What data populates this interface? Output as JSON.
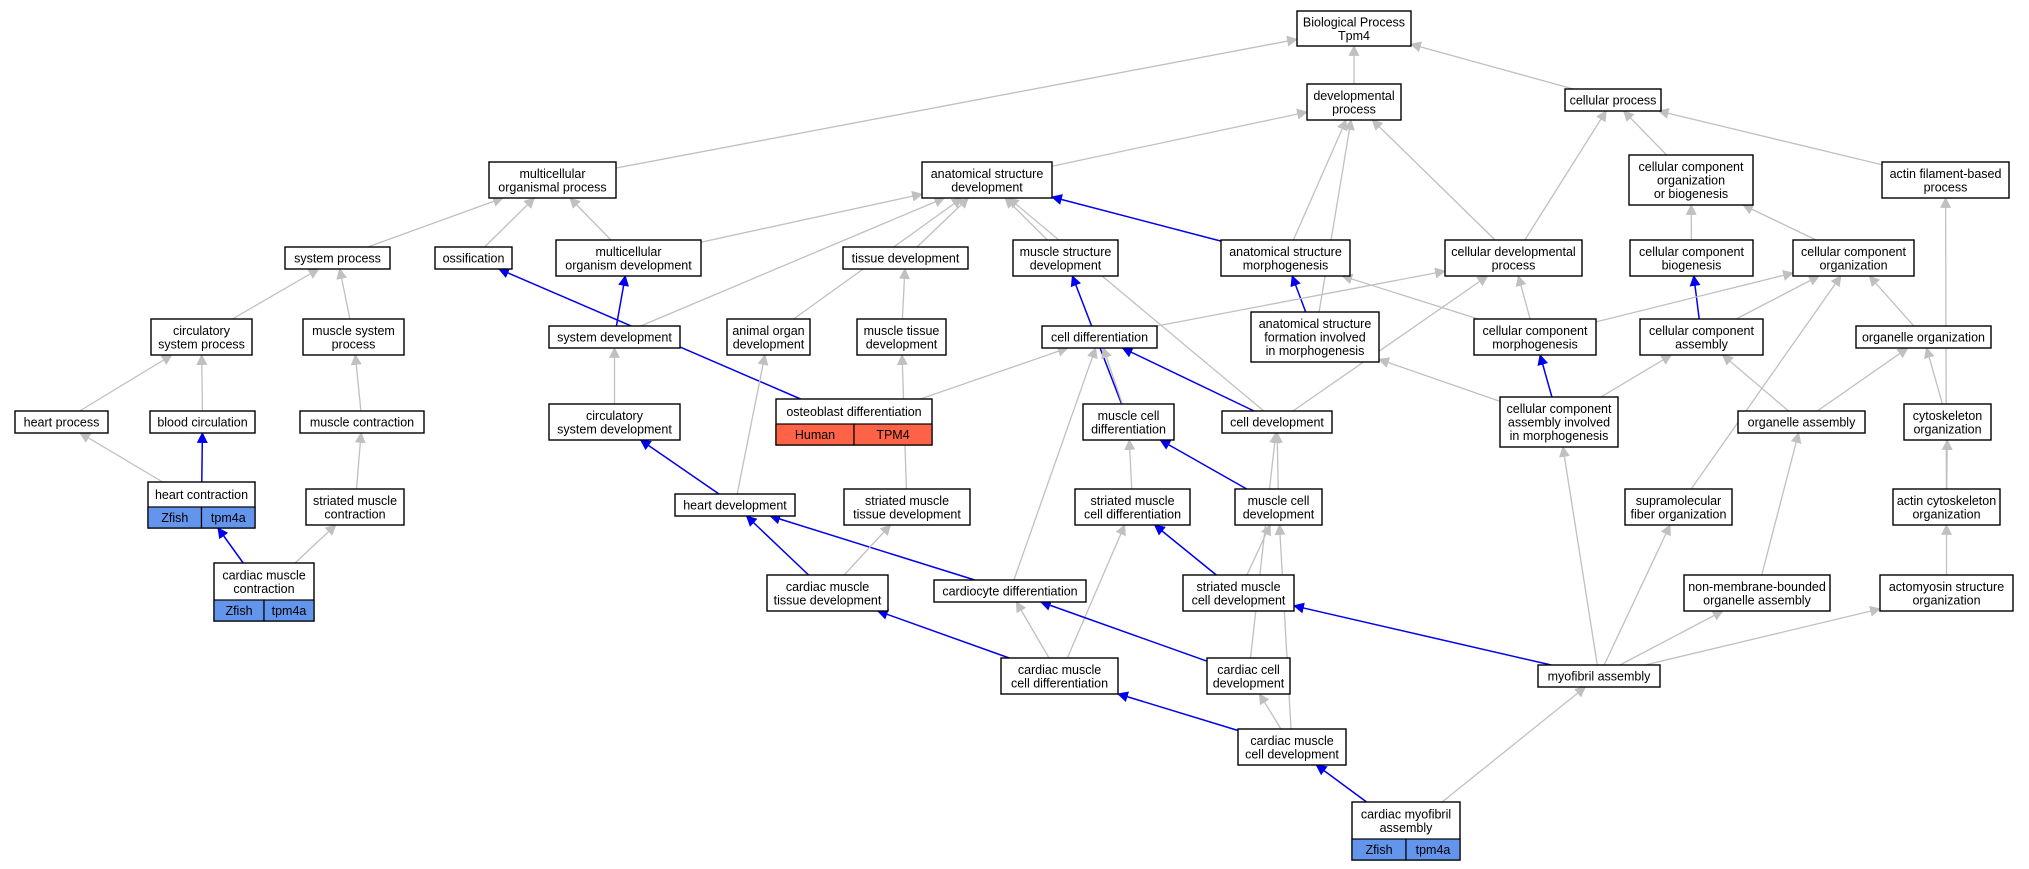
{
  "colors": {
    "edge_is_a": "#c0c0c0",
    "edge_part_of": "#0000ee",
    "badge_zfish": "#6495ed",
    "badge_human": "#ff6347"
  },
  "nodes": [
    {
      "id": "bp",
      "lines": [
        "Biological Process",
        "Tpm4"
      ]
    },
    {
      "id": "dev",
      "lines": [
        "developmental",
        "process"
      ]
    },
    {
      "id": "cp",
      "lines": [
        "cellular process"
      ]
    },
    {
      "id": "mop",
      "lines": [
        "multicellular",
        "organismal process"
      ]
    },
    {
      "id": "asd",
      "lines": [
        "anatomical structure",
        "development"
      ]
    },
    {
      "id": "ccob",
      "lines": [
        "cellular component",
        "organization",
        "or biogenesis"
      ]
    },
    {
      "id": "afbp",
      "lines": [
        "actin filament-based",
        "process"
      ]
    },
    {
      "id": "sysp",
      "lines": [
        "system process"
      ]
    },
    {
      "id": "ossi",
      "lines": [
        "ossification"
      ]
    },
    {
      "id": "mod",
      "lines": [
        "multicellular",
        "organism development"
      ]
    },
    {
      "id": "td",
      "lines": [
        "tissue development"
      ]
    },
    {
      "id": "msd",
      "lines": [
        "muscle structure",
        "development"
      ]
    },
    {
      "id": "asm",
      "lines": [
        "anatomical structure",
        "morphogenesis"
      ]
    },
    {
      "id": "cdp",
      "lines": [
        "cellular developmental",
        "process"
      ]
    },
    {
      "id": "ccb",
      "lines": [
        "cellular component",
        "biogenesis"
      ]
    },
    {
      "id": "cco",
      "lines": [
        "cellular component",
        "organization"
      ]
    },
    {
      "id": "csp",
      "lines": [
        "circulatory",
        "system process"
      ]
    },
    {
      "id": "msp",
      "lines": [
        "muscle system",
        "process"
      ]
    },
    {
      "id": "sd",
      "lines": [
        "system development"
      ]
    },
    {
      "id": "aod",
      "lines": [
        "animal organ",
        "development"
      ]
    },
    {
      "id": "mtd",
      "lines": [
        "muscle tissue",
        "development"
      ]
    },
    {
      "id": "celld",
      "lines": [
        "cell differentiation"
      ]
    },
    {
      "id": "asfm",
      "lines": [
        "anatomical structure",
        "formation involved",
        "in morphogenesis"
      ]
    },
    {
      "id": "ccm",
      "lines": [
        "cellular component",
        "morphogenesis"
      ]
    },
    {
      "id": "cca",
      "lines": [
        "cellular component",
        "assembly"
      ]
    },
    {
      "id": "oo",
      "lines": [
        "organelle organization"
      ]
    },
    {
      "id": "hp",
      "lines": [
        "heart process"
      ]
    },
    {
      "id": "bc",
      "lines": [
        "blood circulation"
      ]
    },
    {
      "id": "mc",
      "lines": [
        "muscle contraction"
      ]
    },
    {
      "id": "csd",
      "lines": [
        "circulatory",
        "system development"
      ]
    },
    {
      "id": "od",
      "lines": [
        "osteoblast differentiation"
      ],
      "badges": [
        {
          "label": "Human",
          "kind": "human"
        },
        {
          "label": "TPM4",
          "kind": "human"
        }
      ]
    },
    {
      "id": "mcd",
      "lines": [
        "muscle cell",
        "differentiation"
      ]
    },
    {
      "id": "celldev",
      "lines": [
        "cell development"
      ]
    },
    {
      "id": "ccaim",
      "lines": [
        "cellular component",
        "assembly involved",
        "in morphogenesis"
      ]
    },
    {
      "id": "oa",
      "lines": [
        "organelle assembly"
      ]
    },
    {
      "id": "cyto",
      "lines": [
        "cytoskeleton",
        "organization"
      ]
    },
    {
      "id": "hc",
      "lines": [
        "heart contraction"
      ],
      "badges": [
        {
          "label": "Zfish",
          "kind": "zfish"
        },
        {
          "label": "tpm4a",
          "kind": "zfish"
        }
      ]
    },
    {
      "id": "smc",
      "lines": [
        "striated muscle",
        "contraction"
      ]
    },
    {
      "id": "hd",
      "lines": [
        "heart development"
      ]
    },
    {
      "id": "smtd",
      "lines": [
        "striated muscle",
        "tissue development"
      ]
    },
    {
      "id": "smcd",
      "lines": [
        "striated muscle",
        "cell differentiation"
      ]
    },
    {
      "id": "mcdev",
      "lines": [
        "muscle cell",
        "development"
      ]
    },
    {
      "id": "sfo",
      "lines": [
        "supramolecular",
        "fiber organization"
      ]
    },
    {
      "id": "aco",
      "lines": [
        "actin cytoskeleton",
        "organization"
      ]
    },
    {
      "id": "cmc",
      "lines": [
        "cardiac muscle",
        "contraction"
      ],
      "badges": [
        {
          "label": "Zfish",
          "kind": "zfish"
        },
        {
          "label": "tpm4a",
          "kind": "zfish"
        }
      ]
    },
    {
      "id": "cmtd",
      "lines": [
        "cardiac muscle",
        "tissue development"
      ]
    },
    {
      "id": "cardiod",
      "lines": [
        "cardiocyte differentiation"
      ]
    },
    {
      "id": "smcdev",
      "lines": [
        "striated muscle",
        "cell development"
      ]
    },
    {
      "id": "nmboa",
      "lines": [
        "non-membrane-bounded",
        "organelle assembly"
      ]
    },
    {
      "id": "asoo",
      "lines": [
        "actomyosin structure",
        "organization"
      ]
    },
    {
      "id": "cmcd",
      "lines": [
        "cardiac muscle",
        "cell differentiation"
      ]
    },
    {
      "id": "ccdev",
      "lines": [
        "cardiac cell",
        "development"
      ]
    },
    {
      "id": "ma",
      "lines": [
        "myofibril assembly"
      ]
    },
    {
      "id": "cmcdev",
      "lines": [
        "cardiac muscle",
        "cell development"
      ]
    },
    {
      "id": "cma",
      "lines": [
        "cardiac myofibril",
        "assembly"
      ],
      "badges": [
        {
          "label": "Zfish",
          "kind": "zfish"
        },
        {
          "label": "tpm4a",
          "kind": "zfish"
        }
      ]
    }
  ],
  "edges": [
    {
      "from": "dev",
      "to": "bp",
      "type": "is_a"
    },
    {
      "from": "cp",
      "to": "bp",
      "type": "is_a"
    },
    {
      "from": "mop",
      "to": "bp",
      "type": "is_a"
    },
    {
      "from": "asd",
      "to": "dev",
      "type": "is_a"
    },
    {
      "from": "asm",
      "to": "dev",
      "type": "is_a"
    },
    {
      "from": "asfm",
      "to": "dev",
      "type": "is_a"
    },
    {
      "from": "cdp",
      "to": "dev",
      "type": "is_a"
    },
    {
      "from": "ccob",
      "to": "cp",
      "type": "is_a"
    },
    {
      "from": "afbp",
      "to": "cp",
      "type": "is_a"
    },
    {
      "from": "cdp",
      "to": "cp",
      "type": "is_a"
    },
    {
      "from": "sysp",
      "to": "mop",
      "type": "is_a"
    },
    {
      "from": "ossi",
      "to": "mop",
      "type": "is_a"
    },
    {
      "from": "mod",
      "to": "mop",
      "type": "is_a"
    },
    {
      "from": "mod",
      "to": "asd",
      "type": "is_a"
    },
    {
      "from": "td",
      "to": "asd",
      "type": "is_a"
    },
    {
      "from": "msd",
      "to": "asd",
      "type": "is_a"
    },
    {
      "from": "asm",
      "to": "asd",
      "type": "part_of"
    },
    {
      "from": "sd",
      "to": "asd",
      "type": "is_a"
    },
    {
      "from": "aod",
      "to": "asd",
      "type": "is_a"
    },
    {
      "from": "celldev",
      "to": "asd",
      "type": "is_a"
    },
    {
      "from": "ccb",
      "to": "ccob",
      "type": "is_a"
    },
    {
      "from": "cco",
      "to": "ccob",
      "type": "is_a"
    },
    {
      "from": "csp",
      "to": "sysp",
      "type": "is_a"
    },
    {
      "from": "msp",
      "to": "sysp",
      "type": "is_a"
    },
    {
      "from": "sd",
      "to": "mod",
      "type": "part_of"
    },
    {
      "from": "od",
      "to": "ossi",
      "type": "part_of"
    },
    {
      "from": "mtd",
      "to": "td",
      "type": "is_a"
    },
    {
      "from": "mcd",
      "to": "msd",
      "type": "part_of"
    },
    {
      "from": "asfm",
      "to": "asm",
      "type": "part_of"
    },
    {
      "from": "ccm",
      "to": "asm",
      "type": "is_a"
    },
    {
      "from": "celld",
      "to": "cdp",
      "type": "is_a"
    },
    {
      "from": "ccm",
      "to": "cdp",
      "type": "is_a"
    },
    {
      "from": "celldev",
      "to": "cdp",
      "type": "is_a"
    },
    {
      "from": "cca",
      "to": "ccb",
      "type": "part_of"
    },
    {
      "from": "ccm",
      "to": "cco",
      "type": "is_a"
    },
    {
      "from": "cca",
      "to": "cco",
      "type": "is_a"
    },
    {
      "from": "oo",
      "to": "cco",
      "type": "is_a"
    },
    {
      "from": "sfo",
      "to": "cco",
      "type": "is_a"
    },
    {
      "from": "hp",
      "to": "csp",
      "type": "is_a"
    },
    {
      "from": "bc",
      "to": "csp",
      "type": "is_a"
    },
    {
      "from": "mc",
      "to": "msp",
      "type": "is_a"
    },
    {
      "from": "csd",
      "to": "sd",
      "type": "is_a"
    },
    {
      "from": "hd",
      "to": "aod",
      "type": "is_a"
    },
    {
      "from": "smtd",
      "to": "mtd",
      "type": "is_a"
    },
    {
      "from": "od",
      "to": "celld",
      "type": "is_a"
    },
    {
      "from": "mcd",
      "to": "celld",
      "type": "is_a"
    },
    {
      "from": "celldev",
      "to": "celld",
      "type": "part_of"
    },
    {
      "from": "cardiod",
      "to": "celld",
      "type": "is_a"
    },
    {
      "from": "ccaim",
      "to": "asfm",
      "type": "is_a"
    },
    {
      "from": "ccaim",
      "to": "ccm",
      "type": "part_of"
    },
    {
      "from": "ccaim",
      "to": "cca",
      "type": "is_a"
    },
    {
      "from": "oa",
      "to": "cca",
      "type": "is_a"
    },
    {
      "from": "oa",
      "to": "oo",
      "type": "is_a"
    },
    {
      "from": "cyto",
      "to": "oo",
      "type": "is_a"
    },
    {
      "from": "hc",
      "to": "hp",
      "type": "is_a"
    },
    {
      "from": "hc",
      "to": "bc",
      "type": "part_of"
    },
    {
      "from": "smc",
      "to": "mc",
      "type": "is_a"
    },
    {
      "from": "hd",
      "to": "csd",
      "type": "part_of"
    },
    {
      "from": "smcd",
      "to": "mcd",
      "type": "is_a"
    },
    {
      "from": "mcdev",
      "to": "mcd",
      "type": "part_of"
    },
    {
      "from": "mcdev",
      "to": "celldev",
      "type": "is_a"
    },
    {
      "from": "smcdev",
      "to": "mcdev",
      "type": "is_a"
    },
    {
      "from": "cmcdev",
      "to": "mcdev",
      "type": "is_a"
    },
    {
      "from": "ccdev",
      "to": "celldev",
      "type": "is_a"
    },
    {
      "from": "ma",
      "to": "ccaim",
      "type": "is_a"
    },
    {
      "from": "nmboa",
      "to": "oa",
      "type": "is_a"
    },
    {
      "from": "aco",
      "to": "cyto",
      "type": "is_a"
    },
    {
      "from": "aco",
      "to": "afbp",
      "type": "is_a"
    },
    {
      "from": "cmc",
      "to": "hc",
      "type": "part_of"
    },
    {
      "from": "cmc",
      "to": "smc",
      "type": "is_a"
    },
    {
      "from": "cmtd",
      "to": "hd",
      "type": "part_of"
    },
    {
      "from": "cardiod",
      "to": "hd",
      "type": "part_of"
    },
    {
      "from": "cmtd",
      "to": "smtd",
      "type": "is_a"
    },
    {
      "from": "cmcd",
      "to": "smcd",
      "type": "is_a"
    },
    {
      "from": "smcdev",
      "to": "smcd",
      "type": "part_of"
    },
    {
      "from": "ma",
      "to": "sfo",
      "type": "is_a"
    },
    {
      "from": "asoo",
      "to": "aco",
      "type": "is_a"
    },
    {
      "from": "cmcd",
      "to": "cmtd",
      "type": "part_of"
    },
    {
      "from": "cmcd",
      "to": "cardiod",
      "type": "is_a"
    },
    {
      "from": "ccdev",
      "to": "cardiod",
      "type": "part_of"
    },
    {
      "from": "ma",
      "to": "smcdev",
      "type": "part_of"
    },
    {
      "from": "ma",
      "to": "nmboa",
      "type": "is_a"
    },
    {
      "from": "ma",
      "to": "asoo",
      "type": "is_a"
    },
    {
      "from": "cmcdev",
      "to": "cmcd",
      "type": "part_of"
    },
    {
      "from": "cmcdev",
      "to": "ccdev",
      "type": "is_a"
    },
    {
      "from": "cma",
      "to": "cmcdev",
      "type": "part_of"
    },
    {
      "from": "cma",
      "to": "ma",
      "type": "is_a"
    }
  ]
}
